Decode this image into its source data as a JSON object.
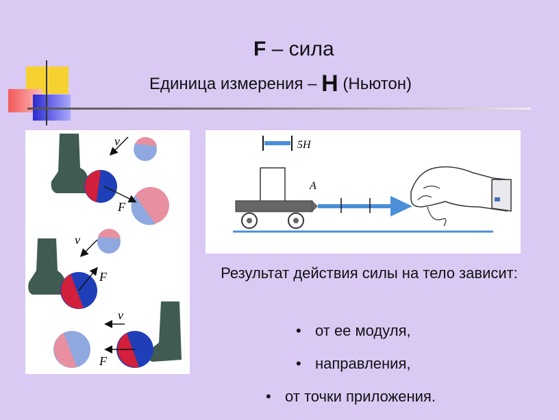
{
  "title": {
    "symbol": "F",
    "dash_name": " – сила",
    "unit_prefix": "Единица измерения – ",
    "unit_symbol": "Н",
    "unit_name": " (Ньютон)"
  },
  "left_figure": {
    "velocity_label": "v",
    "force_label": "F"
  },
  "right_figure": {
    "scale_label": "5Н",
    "point_label": "A"
  },
  "result": {
    "heading": "Результат действия силы на тело зависит:",
    "bullet_char": "•",
    "items": [
      "от ее модуля,",
      "направления,",
      "от точки приложения."
    ]
  },
  "colors": {
    "background": "#d9c9f3",
    "ball_red": "#d21f3c",
    "ball_blue": "#1f3fb8",
    "ball_pink": "#e8909f",
    "ball_lightblue": "#8fa8e0",
    "boot": "#3f5b52",
    "arrow_blue": "#4a8fd8"
  }
}
